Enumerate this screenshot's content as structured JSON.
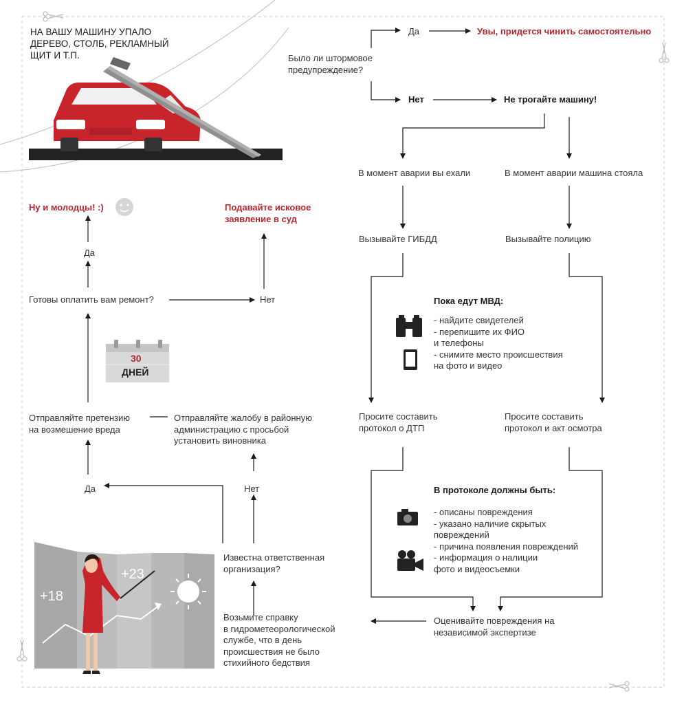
{
  "colors": {
    "accent": "#b3272d",
    "text": "#333333",
    "line": "#1a1a1a",
    "border": "#c8c8c8"
  },
  "header": {
    "title": "НА ВАШУ МАШИНУ УПАЛО\nДЕРЕВО, СТОЛБ, РЕКЛАМНЫЙ\nЩИТ И Т.П."
  },
  "right": {
    "question": "Было ли штормовое\nпредупреждение?",
    "yes": "Да",
    "yes_result": "Увы, придется чинить самостоятельно",
    "no": "Нет",
    "no_result": "Не трогайте машину!",
    "driving": "В момент аварии вы ехали",
    "parked": "В момент аварии машина стояла",
    "call_gibdd": "Вызывайте ГИБДД",
    "call_police": "Вызывайте полицию",
    "mvd_title": "Пока едут МВД:",
    "mvd_items": "- найдите свидетелей\n- перепишите их ФИО\nи телефоны\n- снимите место происшествия\nна фото и видео",
    "protocol_dtp": "Просите составить\nпротокол о ДТП",
    "protocol_act": "Просите составить\nпротокол и акт осмотра",
    "protocol_title": "В протоколе должны быть:",
    "protocol_items": "- описаны повреждения\n- указано наличие скрытых\nповреждений\n- причина появления повреждений\n- информация о налиции\nфото и видеосъемки",
    "expertise": "Оценивайте повреждения на\nнезависимой экспертизе"
  },
  "left": {
    "well_done": "Ну и молодцы! :)",
    "court": "Подавайте исковое\nзаявление в суд",
    "yes_top": "Да",
    "ready_question": "Готовы оплатить вам ремонт?",
    "no_top": "Нет",
    "calendar_number": "30",
    "calendar_label": "ДНЕЙ",
    "claim": "Отправляйте претензию\nна возмешение вреда",
    "complaint": "Отправляйте жалобу в районную\nадминистрацию с просьбой\nустановить виновника",
    "yes_bottom": "Да",
    "no_bottom": "Нет",
    "known_org": "Известна ответственная\nорганизация?",
    "certificate": "Возьмите справку\nв гидрометеорологической\nслужбе, что в день\nпроисшествия не было\nстихийного бедствия",
    "temp_1": "+18",
    "temp_2": "+23"
  }
}
